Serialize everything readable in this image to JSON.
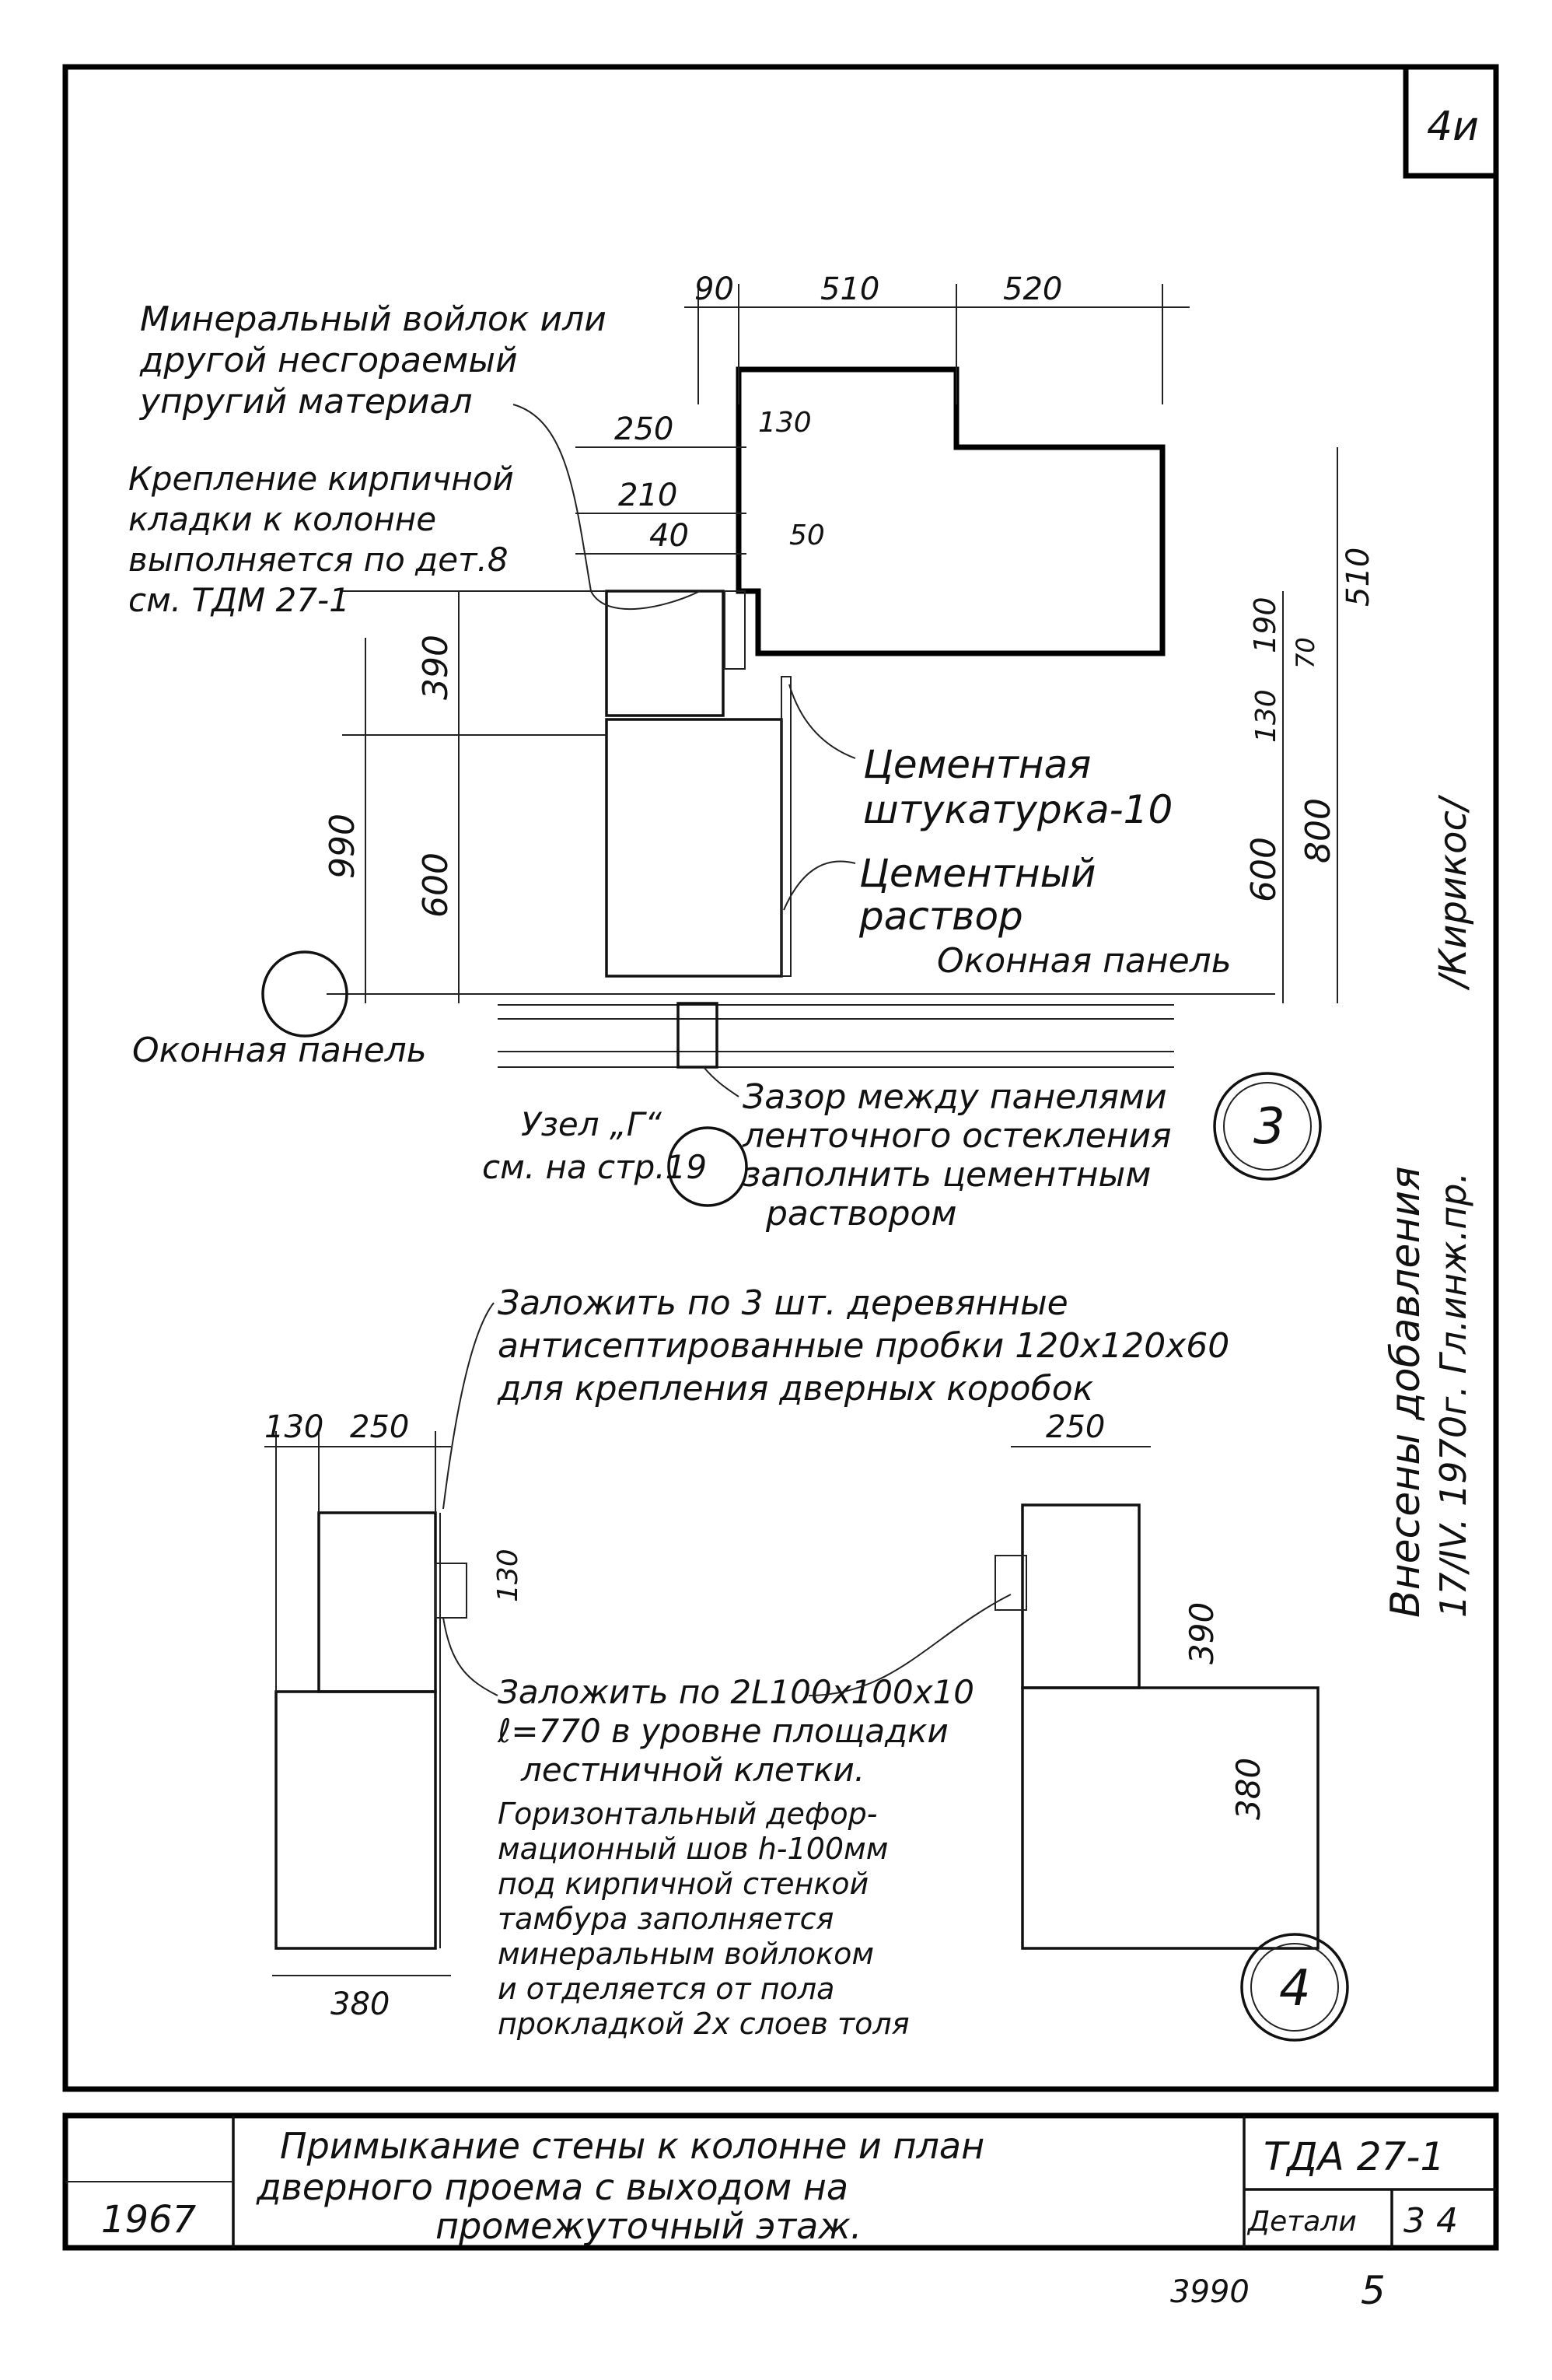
{
  "sheet": {
    "page_number": "4и",
    "drawing_code": "ТДА 27-1",
    "details_label": "Детали",
    "details_value": "3 4",
    "year": "1967",
    "title_lines": [
      "Примыкание стены к колонне и план",
      "дверного проема с выходом на",
      "промежуточный этаж."
    ],
    "footer_left": "3990",
    "footer_right": "5"
  },
  "detail3": {
    "circle_label": "3",
    "dims_top": [
      "90",
      "510",
      "520"
    ],
    "dims_left": [
      "250",
      "210",
      "40",
      "130",
      "50"
    ],
    "dims_vertical_left": [
      "390",
      "990",
      "600"
    ],
    "dims_vertical_right": [
      "190",
      "510",
      "70",
      "130",
      "800",
      "600"
    ],
    "note_felt": [
      "Минеральный войлок или",
      "другой несгораемый",
      "упругий материал"
    ],
    "note_anchor": [
      "Крепление кирпичной",
      "кладки к колонне",
      "выполняется по дет.8",
      "см. ТДМ 27-1"
    ],
    "note_plaster": [
      "Цементная",
      "штукатурка-10"
    ],
    "note_mortar": [
      "Цементный",
      "раствор"
    ],
    "window_panel_right": "Оконная панель",
    "window_panel_left": "Оконная панель",
    "node_ref": [
      "Узел „Г“",
      "см. на стр.19"
    ],
    "gap_note": [
      "Зазор между панелями",
      "ленточного остекления",
      "заполнить цементным",
      "раствором"
    ]
  },
  "detail4": {
    "circle_label": "4",
    "note_plugs": [
      "Заложить по 3 шт. деревянные",
      "антисептированные пробки 120х120х60",
      "для крепления дверных коробок"
    ],
    "dims_left": [
      "130",
      "250",
      "130",
      "380"
    ],
    "dims_right": [
      "250",
      "390",
      "380"
    ],
    "note_angle": [
      "Заложить по 2L100х100х10",
      "ℓ=770 в уровне площадки",
      "лестничной клетки."
    ],
    "note_joint": [
      "Горизонтальный дефор-",
      "мационный шов h-100мм",
      "под кирпичной стенкой",
      "тамбура заполняется",
      "минеральным войлоком",
      "и отделяется от пола",
      "прокладкой 2х слоев толя"
    ]
  },
  "side_note": {
    "lines": [
      "Внесены добавления",
      "17/IV. 1970г. Гл.инж.пр."
    ],
    "signature": "/Кирикос/"
  }
}
